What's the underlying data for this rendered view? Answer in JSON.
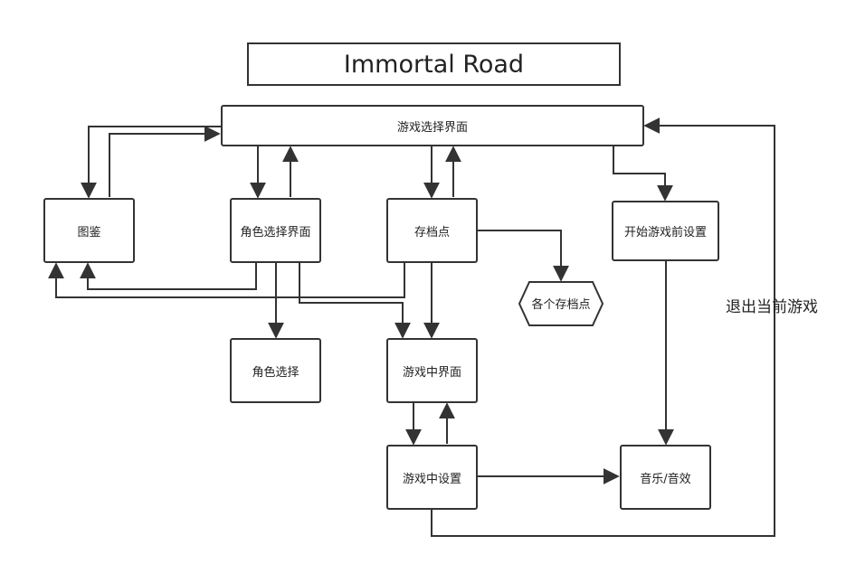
{
  "title": "Immortal Road",
  "nodes": {
    "game_select": "游戏选择界面",
    "codex": "图鉴",
    "character_select_screen": "角色选择界面",
    "save_point": "存档点",
    "pre_game_settings": "开始游戏前设置",
    "save_slots": "各个存档点",
    "character_select": "角色选择",
    "in_game_screen": "游戏中界面",
    "in_game_settings": "游戏中设置",
    "music_sfx": "音乐/音效"
  },
  "edge_labels": {
    "exit_game": "退出当前游戏"
  },
  "colors": {
    "stroke": "#333333",
    "background": "#ffffff"
  }
}
